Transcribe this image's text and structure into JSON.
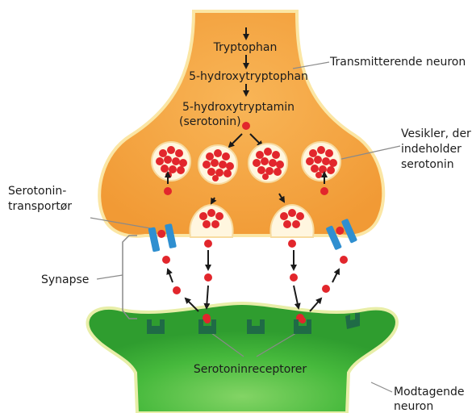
{
  "labels": {
    "tryptophan": "Tryptophan",
    "hydroxytryptophan": "5-hydroxytryptophan",
    "hydroxytryptamin": "5-hydroxytryptamin",
    "serotonin_paren": "(serotonin)",
    "transmitting_neuron": "Transmitterende neuron",
    "vesicles_line1": "Vesikler, der",
    "vesicles_line2": "indeholder",
    "vesicles_line3": "serotonin",
    "transporter_line1": "Serotonin-",
    "transporter_line2": "transportør",
    "synapse": "Synapse",
    "receptors": "Serotoninreceptorer",
    "receiving_line1": "Modtagende",
    "receiving_line2": "neuron"
  },
  "colors": {
    "presynaptic_fill": "#f5a23c",
    "presynaptic_edge": "#fbe6a4",
    "postsynaptic_fill": "#3fb53a",
    "postsynaptic_edge": "#e8eea8",
    "serotonin_dot": "#e2262c",
    "vesicle_fill": "#fff6df",
    "transporter": "#2f8fd0",
    "receptor": "#1f6b46",
    "arrow": "#1a1a1a",
    "leader_line": "#8a8a8a"
  }
}
